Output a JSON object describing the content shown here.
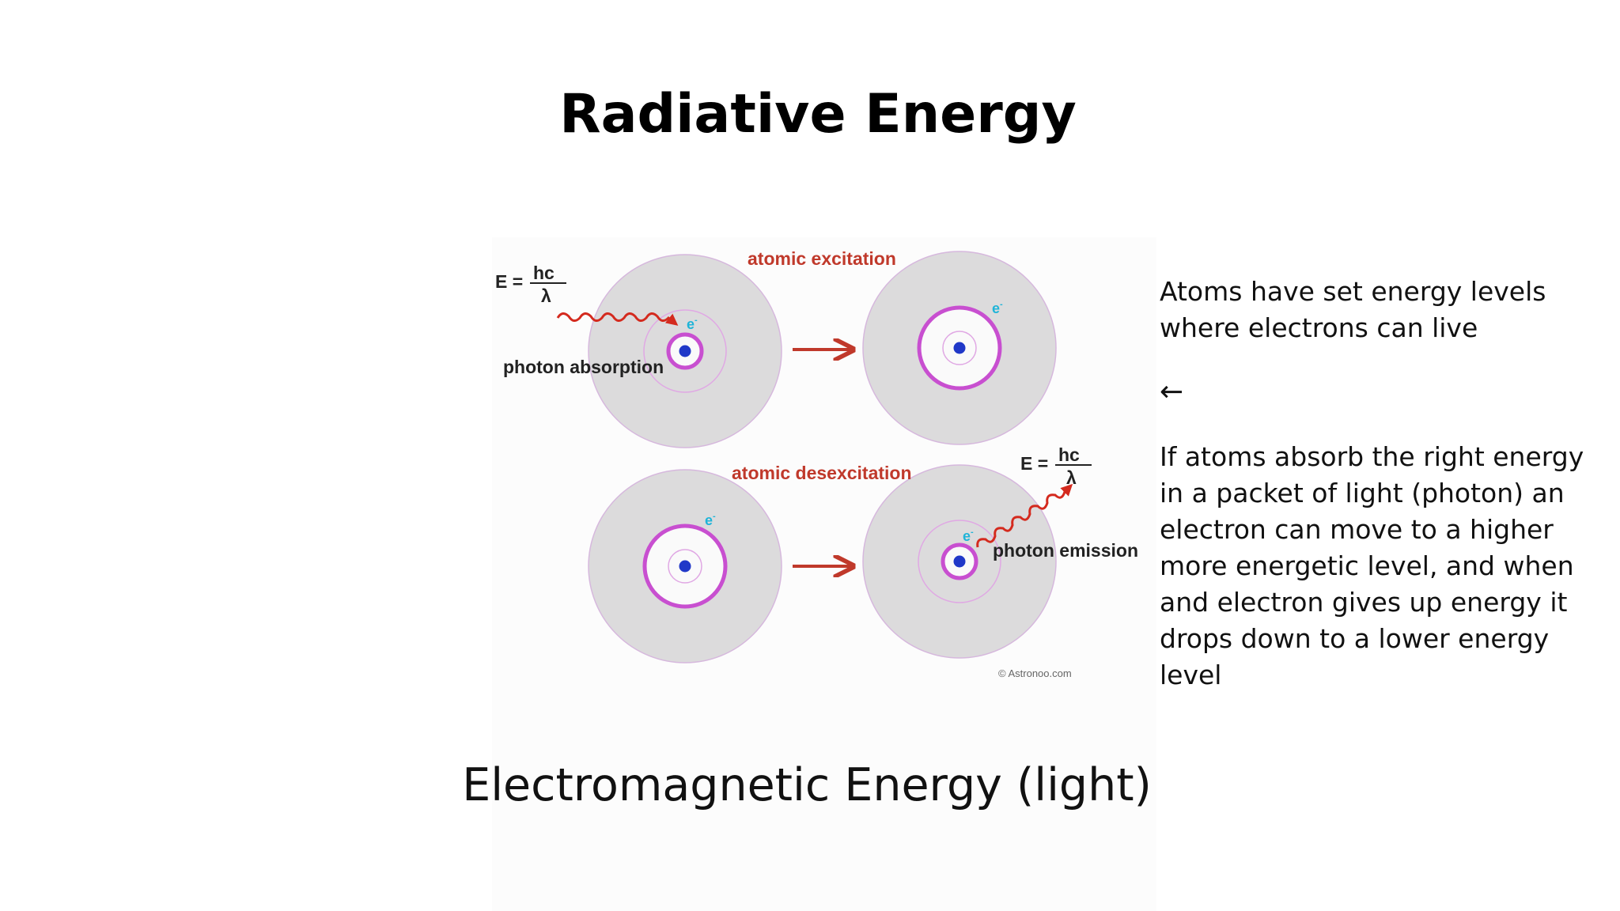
{
  "title": "Radiative Energy",
  "subtitle": "Electromagnetic Energy (light)",
  "diagram": {
    "excitation_label": "atomic excitation",
    "desexcitation_label": "atomic desexcitation",
    "absorption_label": "photon absorption",
    "emission_label": "photon emission",
    "electron_symbol": "e",
    "electron_charge": "-",
    "equation_lhs": "E =",
    "equation_numerator": "hc",
    "equation_denominator": "λ",
    "credit": "© Astronoo.com",
    "colors": {
      "atom_fill": "#dcdbdc",
      "orbit": "#c84fd0",
      "nucleus": "#2038c8",
      "photon": "#d42a1e",
      "arrow": "#c0392b",
      "electron_label": "#1fb4d8"
    }
  },
  "side_text": {
    "paragraph_1": "Atoms have set energy levels where electrons can live",
    "arrow": "←",
    "paragraph_2": "If atoms absorb the right energy in a packet of light (photon) an electron can move to a higher more energetic level, and when and electron gives up energy it drops down to a lower energy level"
  }
}
